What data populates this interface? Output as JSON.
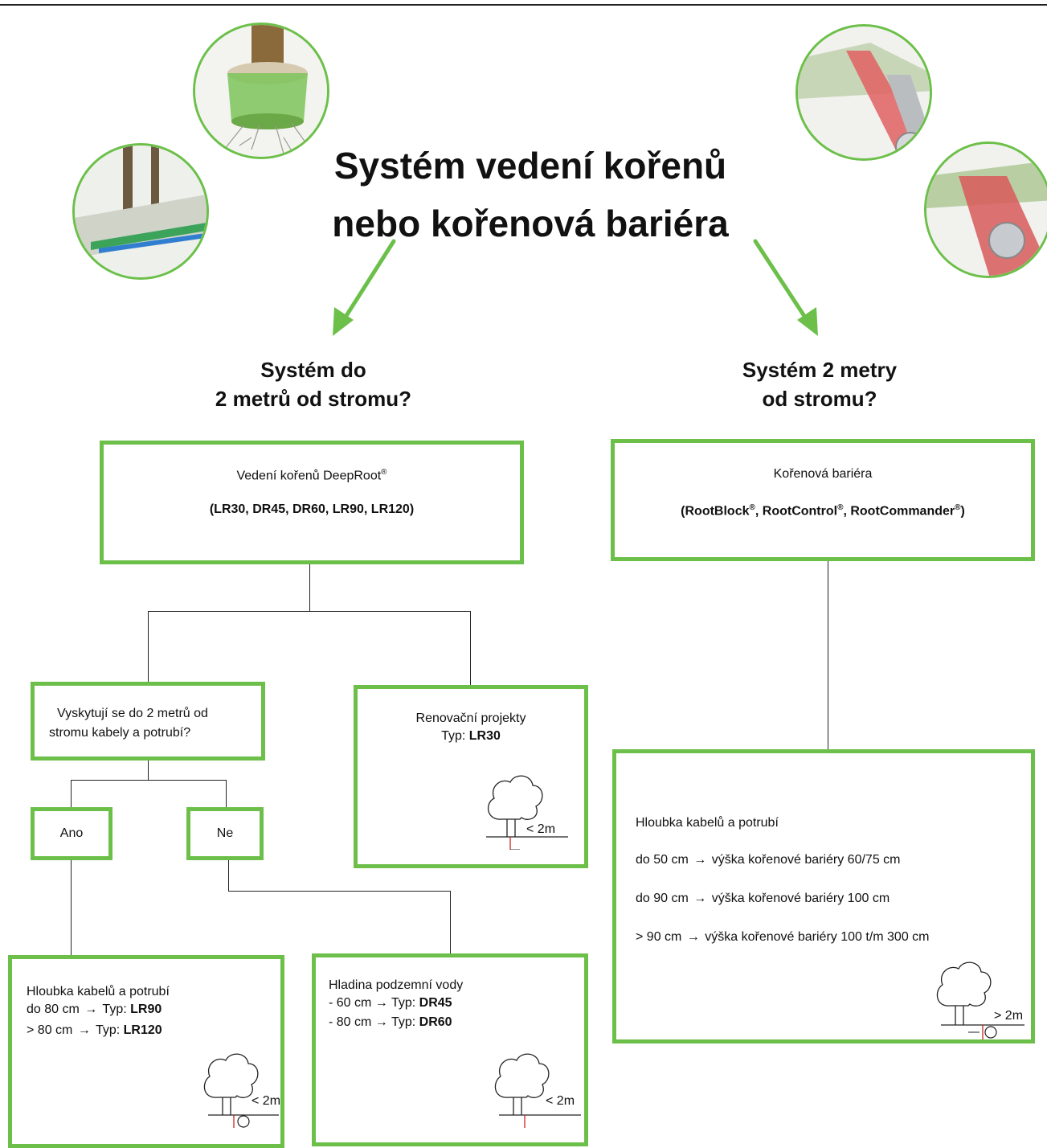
{
  "title": {
    "line1": "Systém vedení kořenů",
    "line2": "nebo kořenová bariéra"
  },
  "left_question": {
    "line1": "Systém do",
    "line2": "2 metrů od stromu?"
  },
  "right_question": {
    "line1": "Systém 2 metry",
    "line2": "od stromu?"
  },
  "box_deeproot": {
    "line1": "Vedení kořenů DeepRoot",
    "reg": "®",
    "line2": "(LR30, DR45, DR60, LR90, LR120)"
  },
  "box_barrier": {
    "line1": "Kořenová bariéra",
    "p1": "(RootBlock",
    "p2": ", RootControl",
    "p3": ", RootCommander",
    "p4": ")",
    "reg": "®"
  },
  "box_cables_question": {
    "line1": "Vyskytují se do 2 metrů od",
    "line2": "stromu kabely a potrubí?"
  },
  "box_ano": "Ano",
  "box_ne": "Ne",
  "box_renovation": {
    "line1": "Renovační projekty",
    "typ_label": "Typ: ",
    "typ_value": "LR30",
    "dist": "< 2m"
  },
  "box_depth_right": {
    "heading": "Hloubka kabelů a potrubí",
    "rows": [
      {
        "depth": "do 50 cm",
        "result": "výška kořenové bariéry 60/75 cm"
      },
      {
        "depth": "do 90 cm",
        "result": "výška kořenové bariéry 100 cm"
      },
      {
        "depth": "> 90 cm",
        "result": "výška kořenové bariéry 100 t/m 300 cm"
      }
    ],
    "dist": "> 2m"
  },
  "box_depth_left": {
    "heading": "Hloubka kabelů a potrubí",
    "row1_depth": "do 80 cm",
    "row1_label": "Typ: ",
    "row1_value": "LR90",
    "row2_depth": "> 80 cm",
    "row2_label": "Typ: ",
    "row2_value": "LR120",
    "dist": "< 2m"
  },
  "box_groundwater": {
    "heading": "Hladina podzemní vody",
    "row1_depth": "- 60 cm",
    "row1_label": "Typ: ",
    "row1_value": "DR45",
    "row2_depth": "- 80 cm",
    "row2_label": "Typ: ",
    "row2_value": "DR60",
    "dist": "< 2m"
  },
  "colors": {
    "accent": "#6cc04a",
    "line": "#222222",
    "marker": "#cc2222"
  }
}
